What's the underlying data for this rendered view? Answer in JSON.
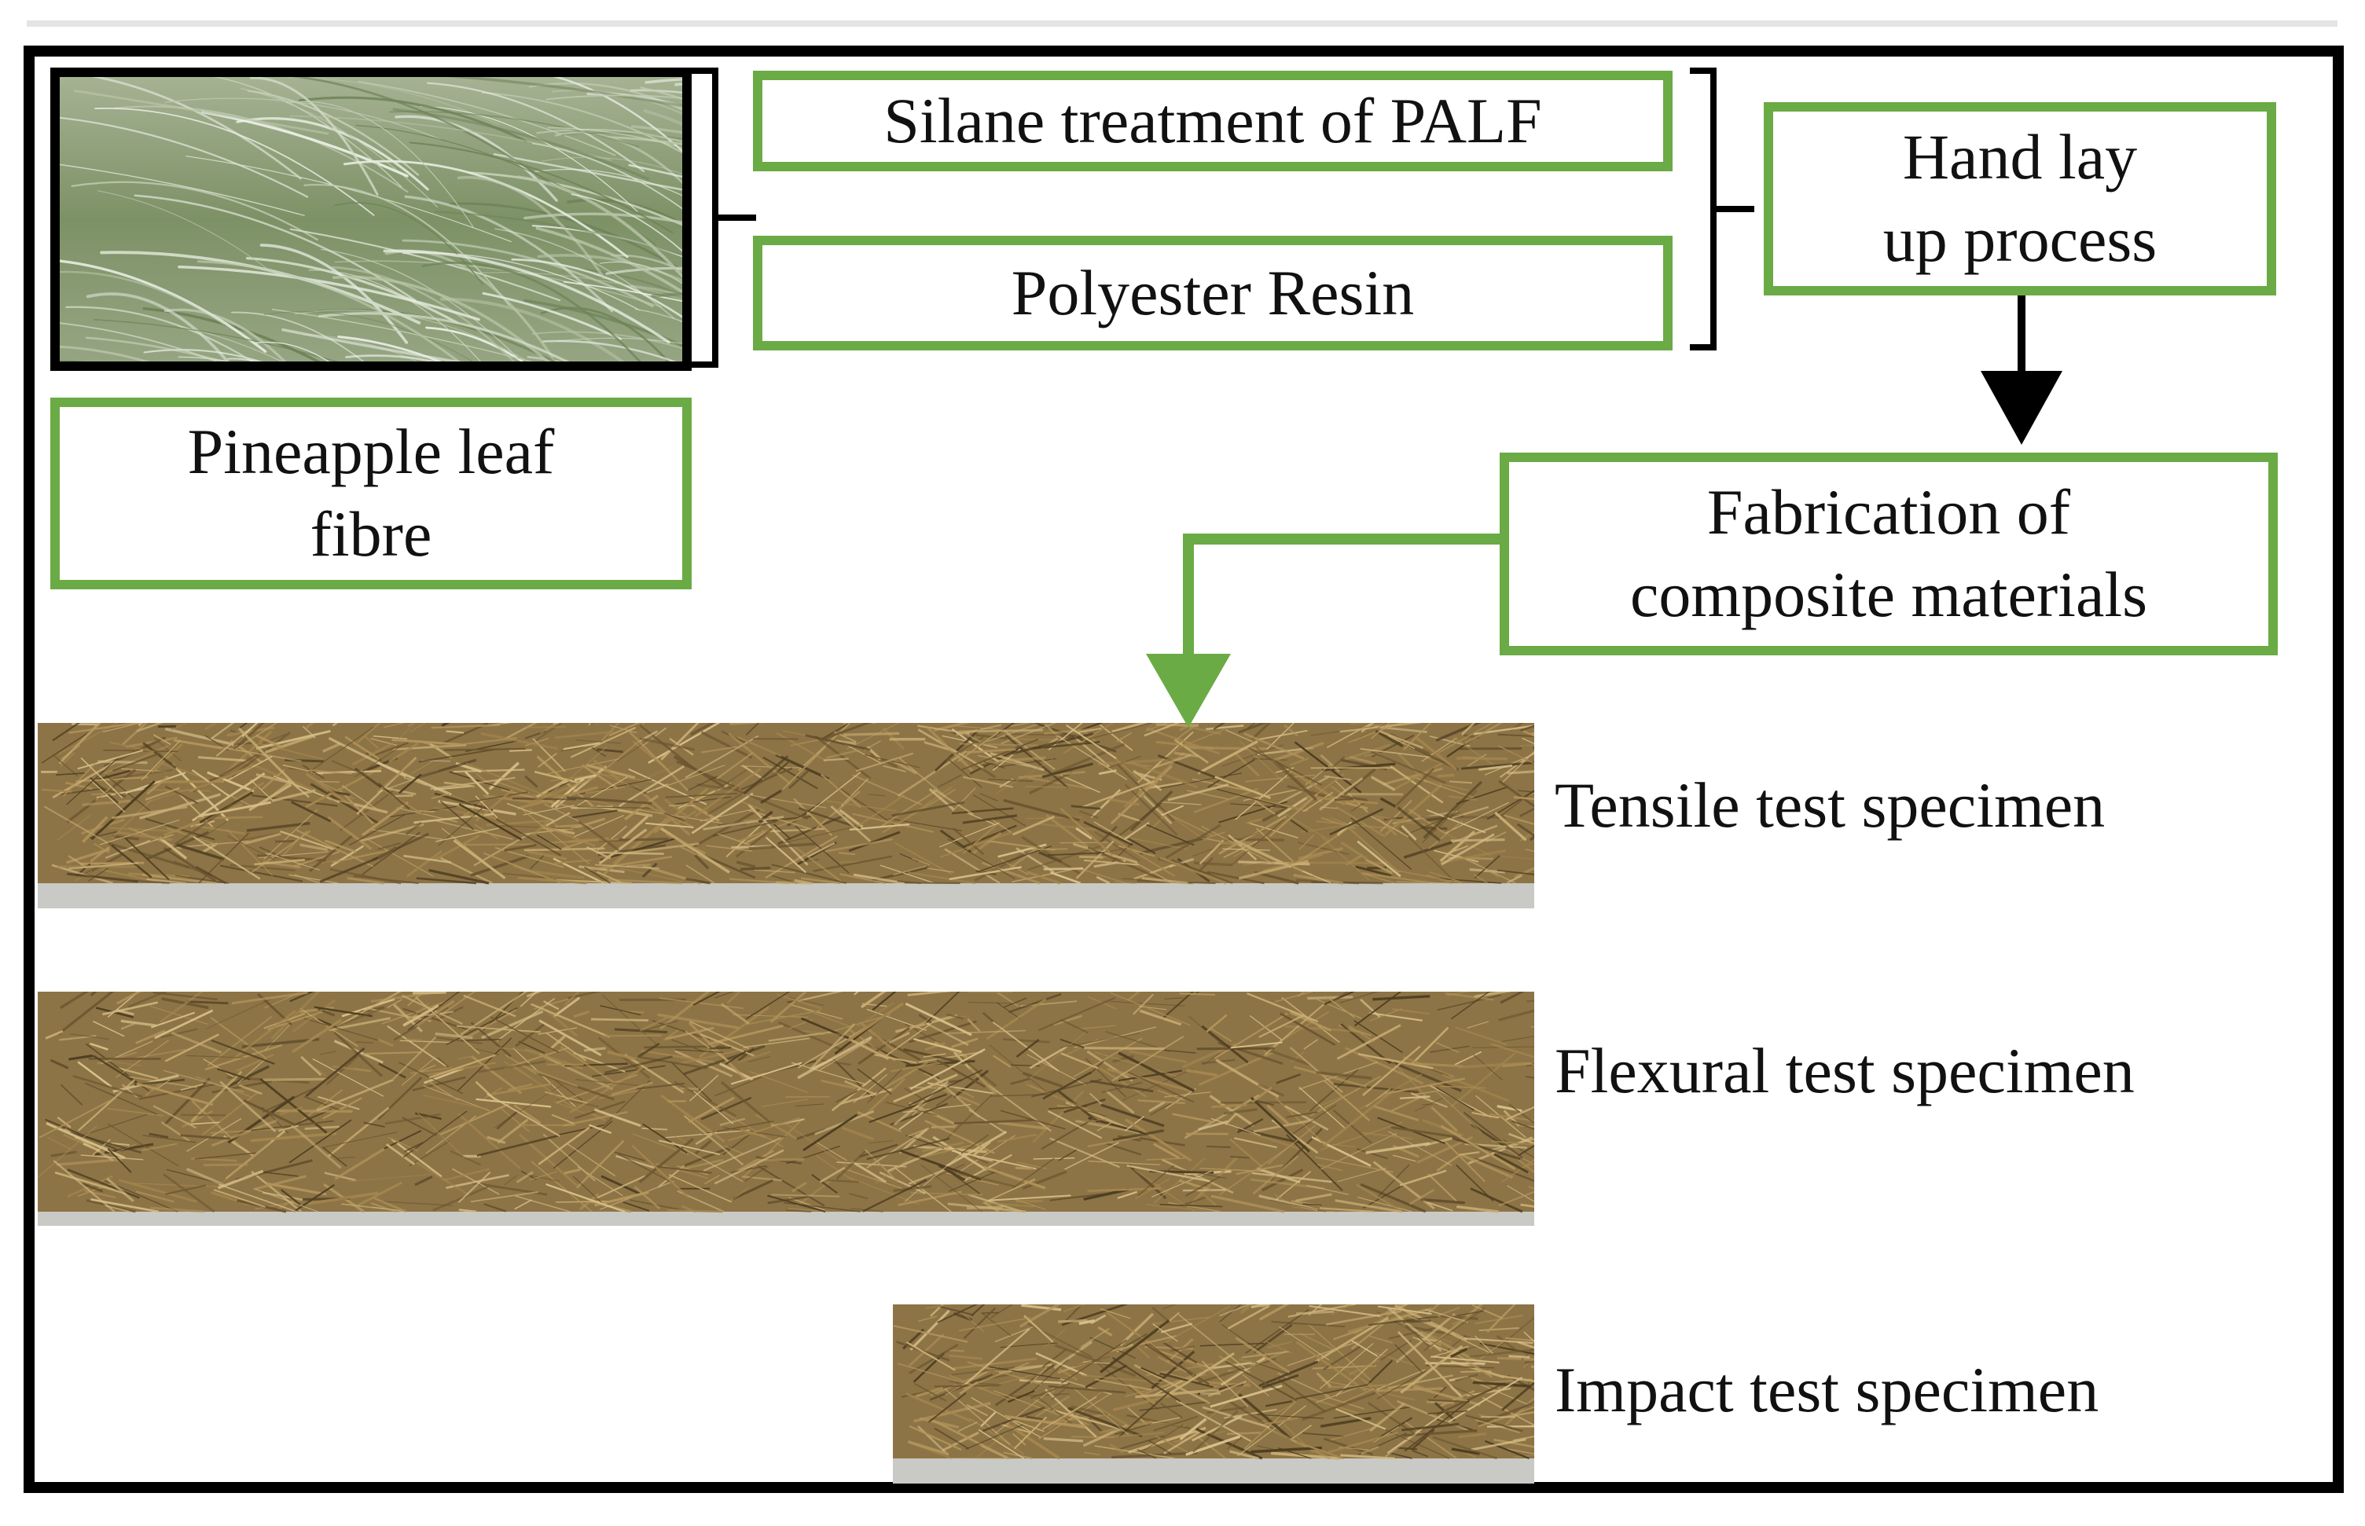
{
  "boxes": {
    "pineapple_fibre": {
      "line1": "Pineapple leaf",
      "line2": "fibre"
    },
    "silane_treatment": "Silane treatment of PALF",
    "polyester_resin": "Polyester Resin",
    "hand_layup": {
      "line1": "Hand lay",
      "line2": "up process"
    },
    "fabrication": {
      "line1": "Fabrication of",
      "line2": "composite materials"
    }
  },
  "specimens": {
    "tensile": "Tensile test specimen",
    "flexural": "Flexural test specimen",
    "impact": "Impact test specimen"
  },
  "colors": {
    "box_border": "#6aab45",
    "green_arrow": "#6aab45",
    "black_arrow": "#000000",
    "fibre_photo": "#8a9c77",
    "composite": "#8d7446"
  }
}
